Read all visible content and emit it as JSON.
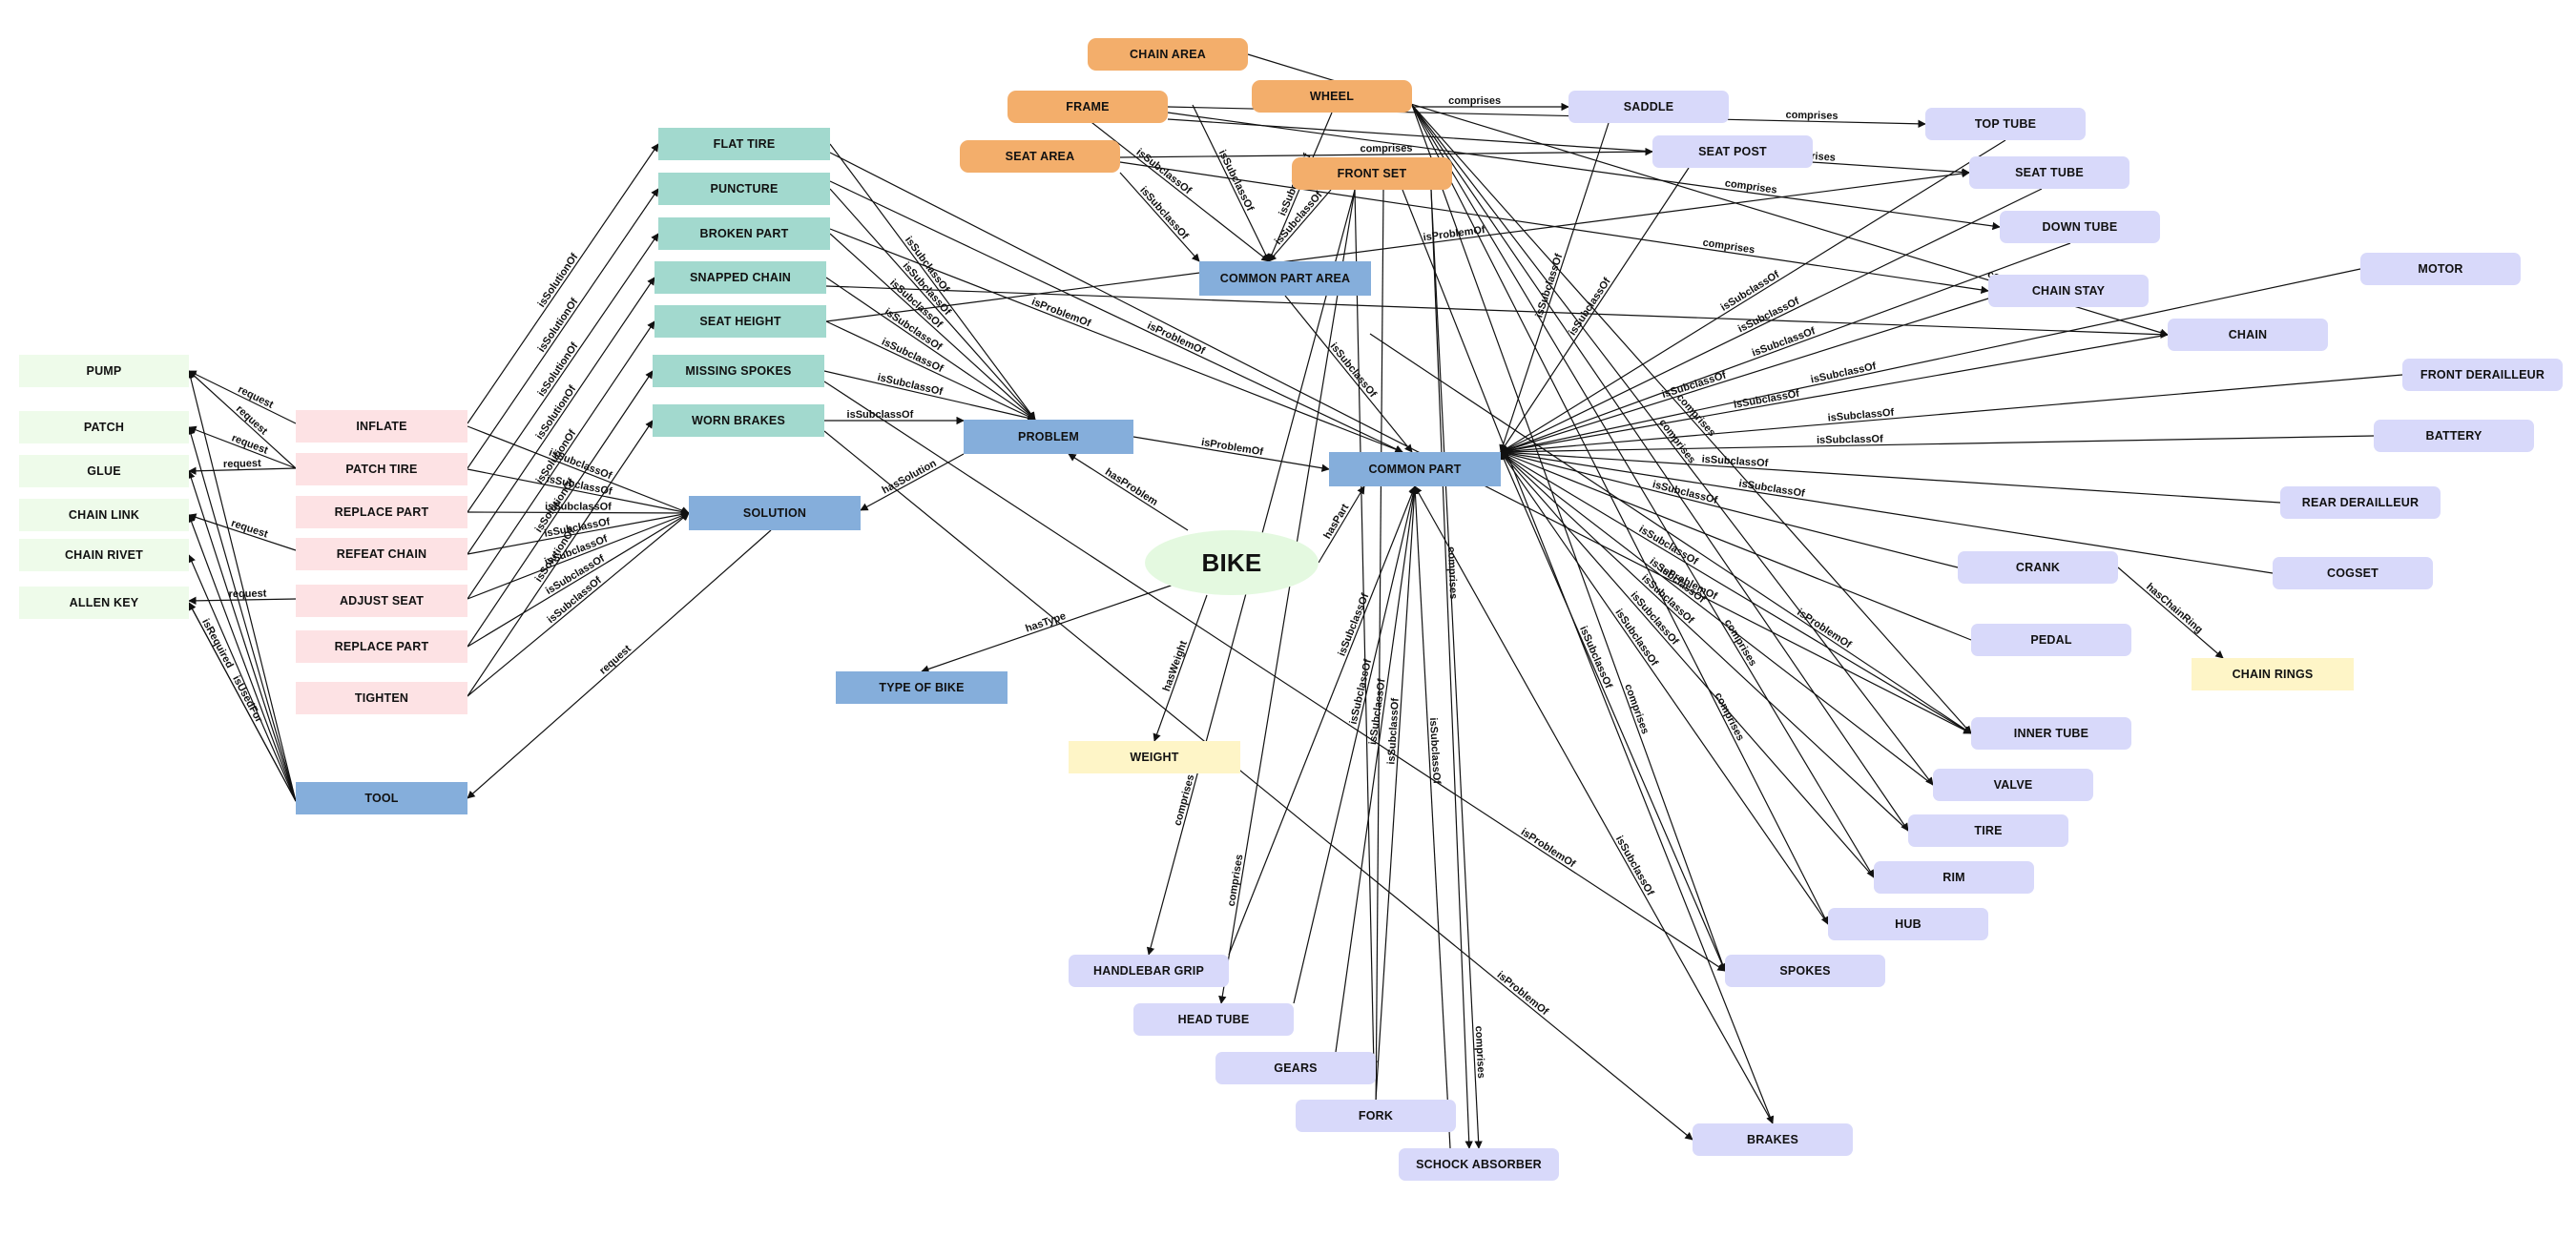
{
  "root": {
    "label": "BIKE"
  },
  "classes": {
    "problem": "PROBLEM",
    "solution": "SOLUTION",
    "tool": "TOOL",
    "common_part": "COMMON PART",
    "common_part_area": "COMMON PART AREA",
    "type_of_bike": "TYPE OF BIKE"
  },
  "values": {
    "weight": "WEIGHT",
    "chain_rings": "CHAIN RINGS"
  },
  "tools": [
    "PUMP",
    "PATCH",
    "GLUE",
    "CHAIN LINK",
    "CHAIN RIVET",
    "ALLEN KEY"
  ],
  "solutions": [
    "INFLATE",
    "PATCH TIRE",
    "REPLACE PART",
    "REFEAT CHAIN",
    "ADJUST SEAT",
    "REPLACE PART",
    "TIGHTEN"
  ],
  "problems": [
    "FLAT TIRE",
    "PUNCTURE",
    "BROKEN PART",
    "SNAPPED CHAIN",
    "SEAT HEIGHT",
    "MISSING SPOKES",
    "WORN BRAKES"
  ],
  "areas": [
    "CHAIN AREA",
    "FRAME",
    "WHEEL",
    "SEAT AREA",
    "FRONT SET"
  ],
  "parts": {
    "saddle": "SADDLE",
    "top_tube": "TOP TUBE",
    "seat_post": "SEAT POST",
    "seat_tube": "SEAT TUBE",
    "down_tube": "DOWN TUBE",
    "motor": "MOTOR",
    "chain_stay": "CHAIN STAY",
    "chain": "CHAIN",
    "front_derailleur": "FRONT DERAILLEUR",
    "battery": "BATTERY",
    "rear_derailleur": "REAR DERAILLEUR",
    "cogset": "COGSET",
    "crank": "CRANK",
    "pedal": "PEDAL",
    "inner_tube": "INNER TUBE",
    "valve": "VALVE",
    "tire": "TIRE",
    "rim": "RIM",
    "hub": "HUB",
    "spokes": "SPOKES",
    "brakes": "BRAKES",
    "handlebar_grip": "HANDLEBAR GRIP",
    "head_tube": "HEAD TUBE",
    "gears": "GEARS",
    "fork": "FORK",
    "schock_absorber": "SCHOCK ABSORBER"
  },
  "relations": {
    "request": "request",
    "isSolutionOf": "isSolutionOf",
    "isSubclassOf": "isSubclassOf",
    "hasSolution": "hasSolution",
    "hasProblem": "hasProblem",
    "isProblemOf": "isProblemOf",
    "hasType": "hasType",
    "hasPart": "hasPart",
    "hasWeight": "hasWeight",
    "comprises": "comprises",
    "hasChainRing": "hasChainRing",
    "isUsedFor": "isUsedFor",
    "isRequired": "isRequired"
  }
}
